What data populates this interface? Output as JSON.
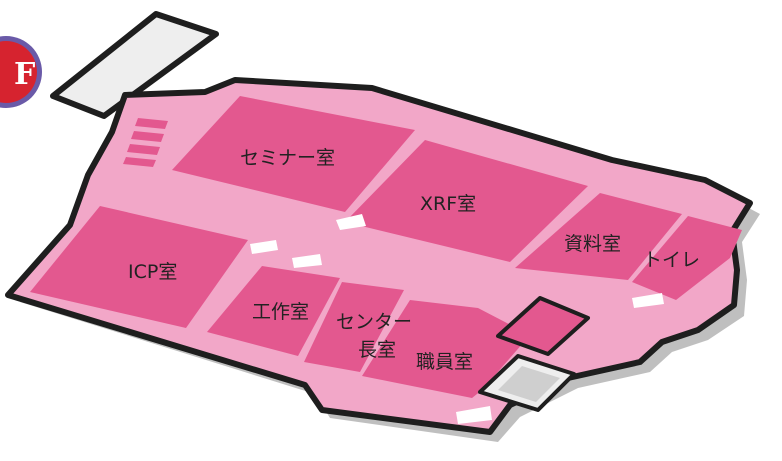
{
  "colors": {
    "floor": "#f2a7c8",
    "room": "#e3588f",
    "outline": "#1e1e1e",
    "shadow": "#8a8a8a",
    "badge": "#d6232f",
    "badge_ring": "#6a5aa8",
    "door": "#ffffff",
    "stair": "#e3588f",
    "cutout": "#eeeeee"
  },
  "badge": {
    "letter": "F"
  },
  "rooms": {
    "seminar": "セミナー室",
    "xrf": "XRF室",
    "icp": "ICP室",
    "shiryo": "資料室",
    "toilet": "トイレ",
    "kosaku": "工作室",
    "center_line1": "センター",
    "center_line2": "長室",
    "shokuin": "職員室"
  }
}
